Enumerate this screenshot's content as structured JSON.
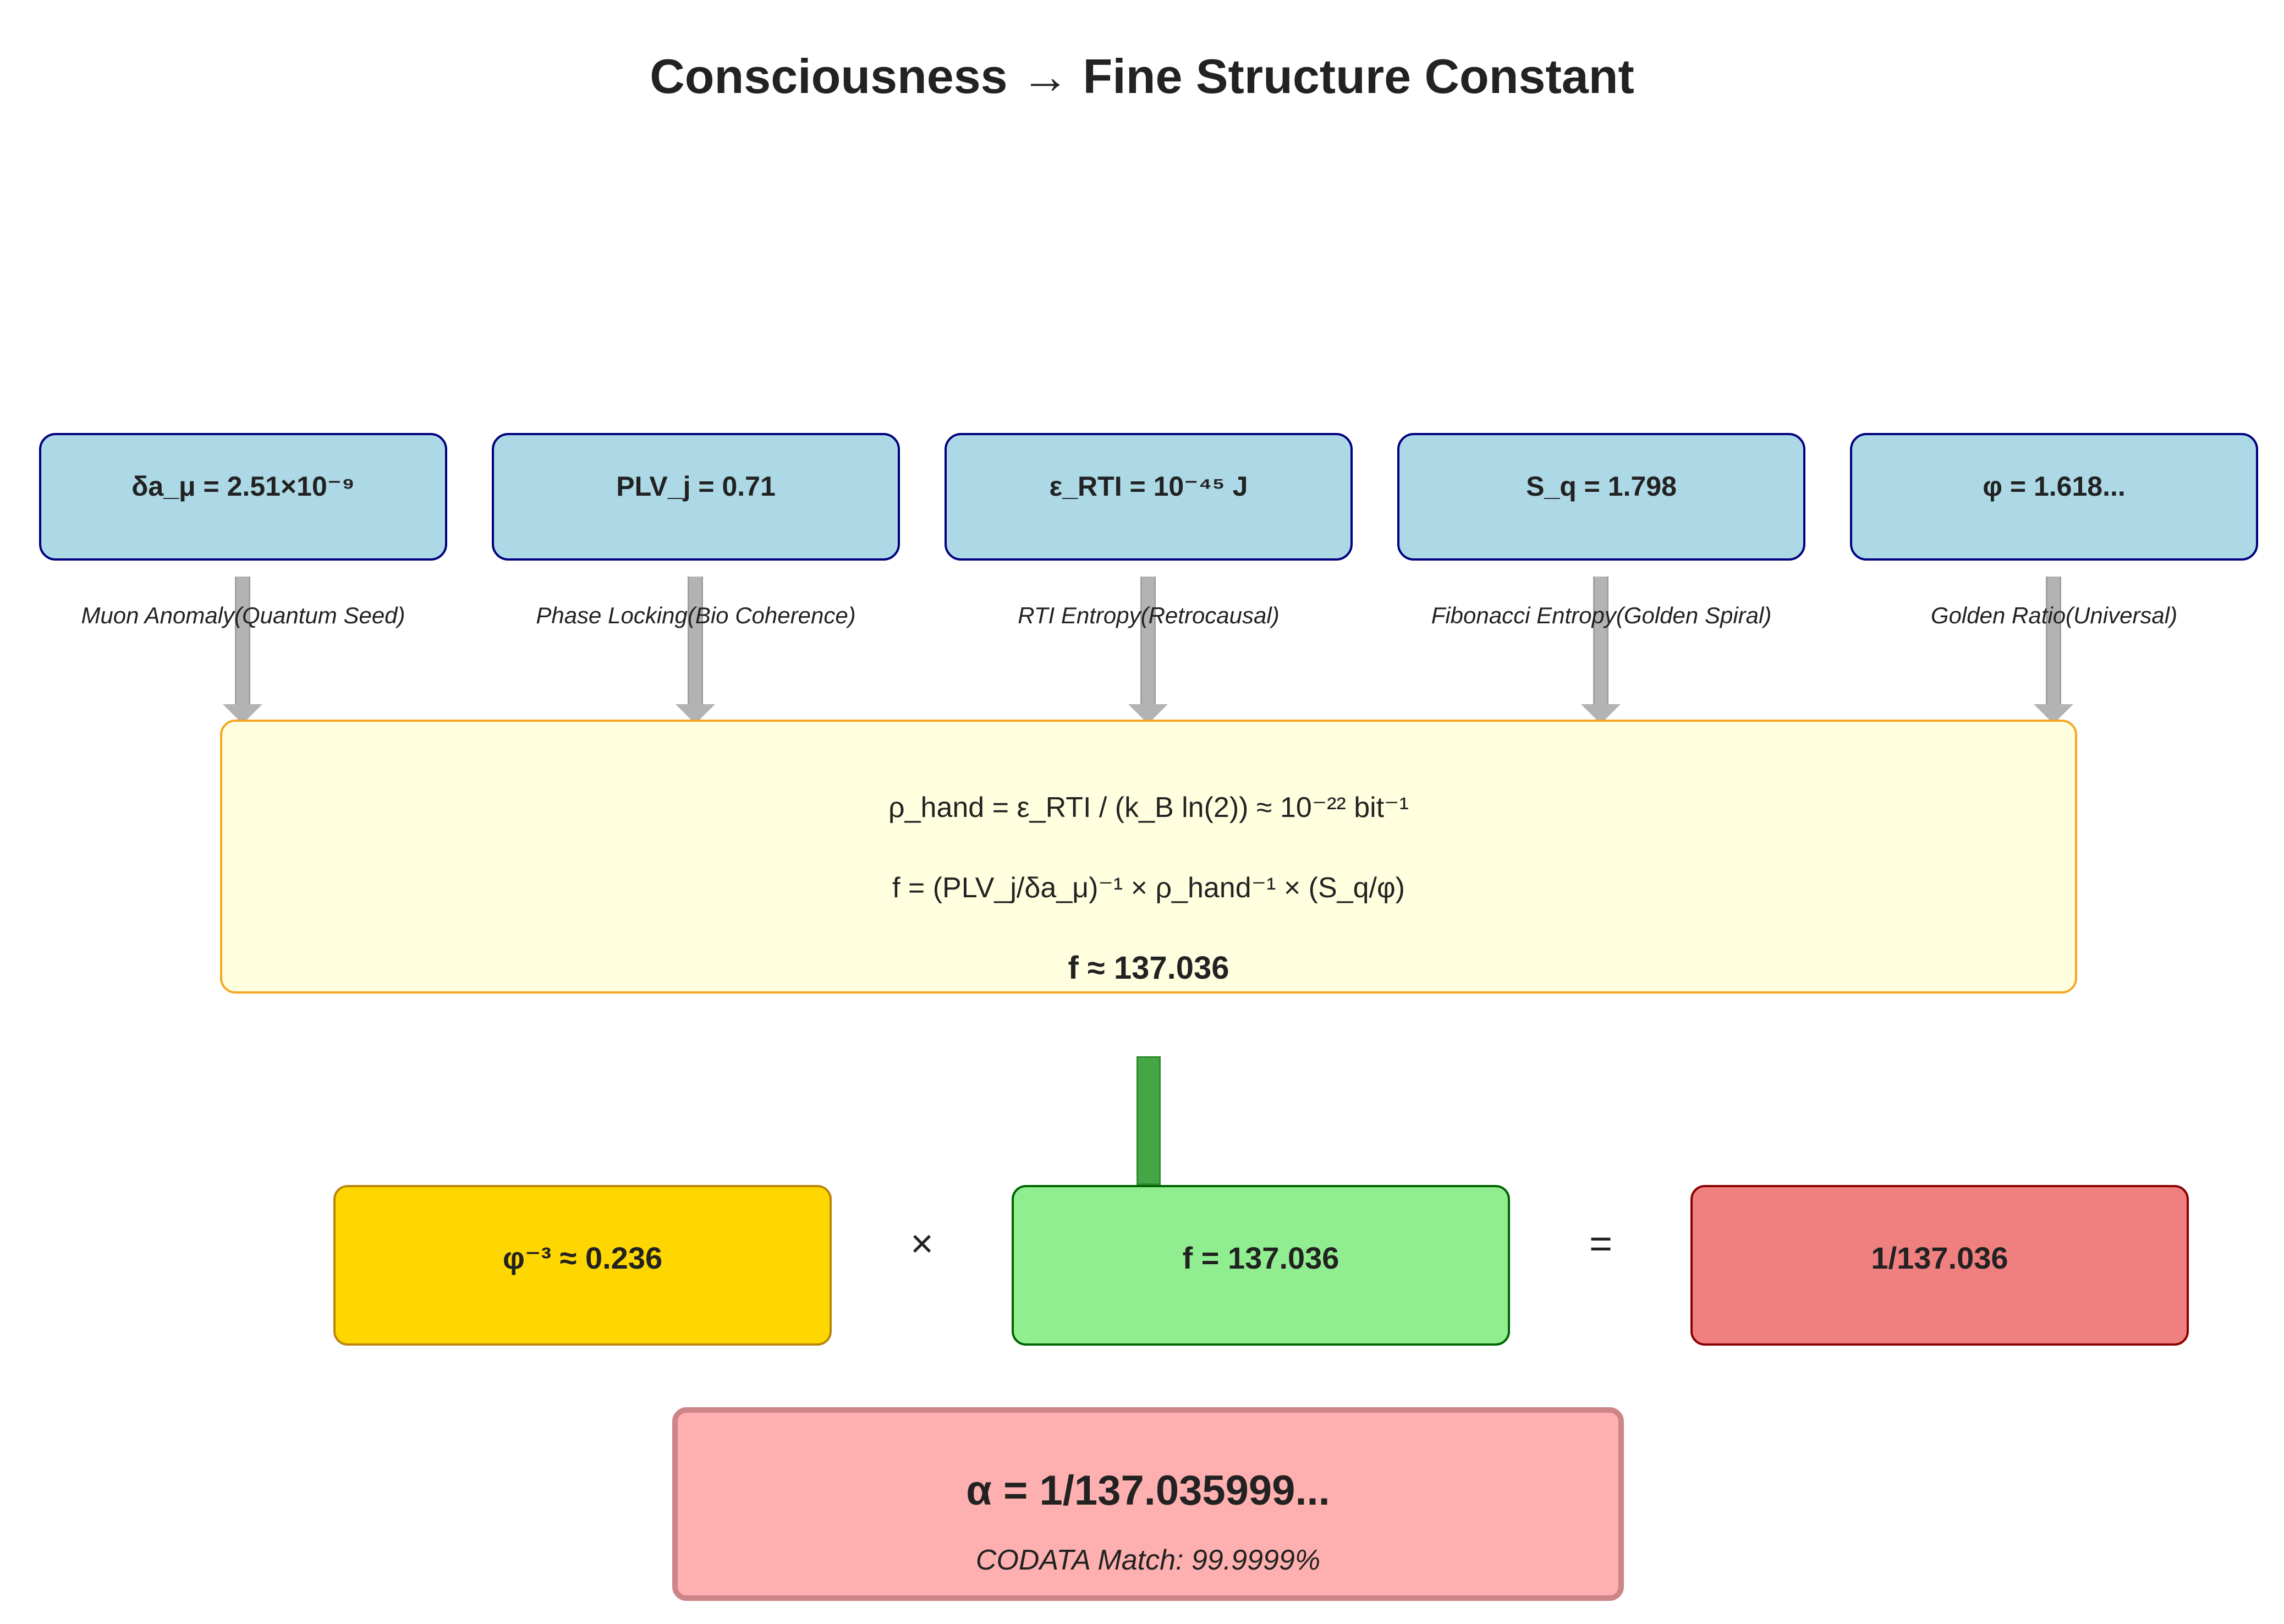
{
  "title": "Consciousness → Fine Structure Constant",
  "inputs": [
    {
      "value": "δa_μ = 2.51×10⁻⁹",
      "label": "Muon Anomaly(Quantum Seed)"
    },
    {
      "value": "PLV_j = 0.71",
      "label": "Phase Locking(Bio Coherence)"
    },
    {
      "value": "ε_RTI = 10⁻⁴⁵ J",
      "label": "RTI Entropy(Retrocausal)"
    },
    {
      "value": "S_q = 1.798",
      "label": "Fibonacci Entropy(Golden Spiral)"
    },
    {
      "value": "φ = 1.618...",
      "label": "Golden Ratio(Universal)"
    }
  ],
  "formula": {
    "line1": "ρ_hand = ε_RTI / (k_B ln(2)) ≈ 10⁻²² bit⁻¹",
    "line2": "f = (PLV_j/δa_μ)⁻¹ × ρ_hand⁻¹ × (S_q/φ)",
    "result": "f ≈ 137.036"
  },
  "calculation": {
    "phi_term": "φ⁻³ ≈ 0.236",
    "times": "×",
    "f_term": "f = 137.036",
    "equals": "=",
    "result": "1/137.036"
  },
  "final": {
    "alpha": "α = 1/137.035999...",
    "match": "CODATA Match: 99.9999%"
  },
  "colors": {
    "input_fill": "#add8e6",
    "formula_fill": "#ffffe0",
    "phi_fill": "#ffd700",
    "f_fill": "#90ee90",
    "result_fill": "#f08080",
    "alpha_fill": "#feb0b0"
  }
}
